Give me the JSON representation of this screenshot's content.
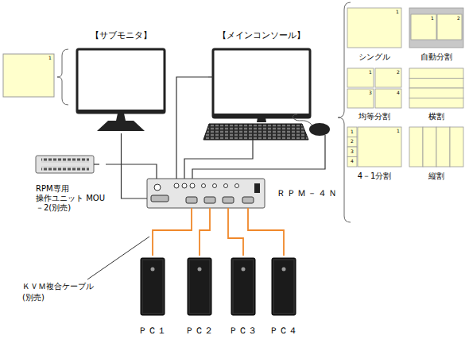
{
  "diagram": {
    "nodes": [
      {
        "text": [
          "【サブモニタ】"
        ]
      },
      {
        "text": [
          "【メインコンソール】"
        ]
      },
      {
        "text": [
          "シングル"
        ]
      },
      {
        "text": [
          "自動分割"
        ]
      },
      {
        "text": [
          "均等分割"
        ]
      },
      {
        "text": [
          "横割"
        ]
      },
      {
        "text": [
          "4－1分割"
        ]
      },
      {
        "text": [
          "縦割"
        ]
      },
      {
        "text": [
          "RPM専用 操作ユニット MOU－2(別売)"
        ]
      },
      {
        "text": [
          "ＲＰＭ－４Ｎ"
        ]
      },
      {
        "text": [
          "ＰＣ１"
        ]
      },
      {
        "text": [
          "ＰＣ２"
        ]
      },
      {
        "text": [
          "ＰＣ３"
        ]
      },
      {
        "text": [
          "ＰＣ４"
        ]
      }
    ],
    "edges": [
      {
        "from": 0,
        "to": 9,
        "arrow": "none"
      },
      {
        "from": 1,
        "to": 9,
        "arrow": "none"
      },
      {
        "from": 8,
        "to": 9,
        "arrow": "none"
      },
      {
        "from": 9,
        "to": 10,
        "arrow": "none"
      },
      {
        "from": 9,
        "to": 11,
        "arrow": "none"
      },
      {
        "from": 9,
        "to": 12,
        "arrow": "none"
      },
      {
        "from": 9,
        "to": 13,
        "arrow": "none"
      }
    ],
    "labels": [
      "ＫＶＭ複合ケーブル (別売)",
      "1",
      "1",
      "1",
      "2",
      "1",
      "2",
      "3",
      "4",
      "1",
      "2",
      "3",
      "4",
      "1"
    ]
  }
}
